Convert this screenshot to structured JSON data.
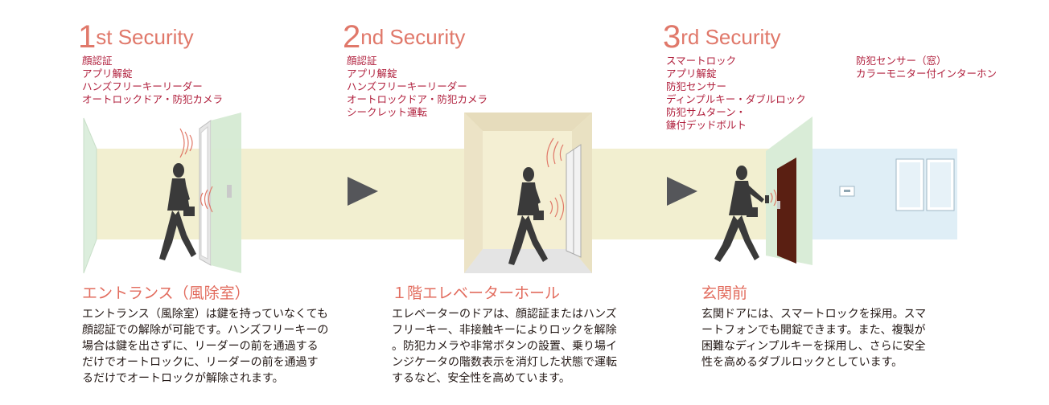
{
  "colors": {
    "title": "#e0786a",
    "feature": "#b01f3c",
    "area_title": "#e26c5e",
    "band": "#f2efd0",
    "glass": "#d9ecd7",
    "room_blue": "#dfeef6",
    "arrow": "#55565a"
  },
  "sections": [
    {
      "num": "1",
      "suffix": "st Security",
      "features": [
        "顔認証",
        "アプリ解錠",
        "ハンズフリーキーリーダー",
        "オートロックドア・防犯カメラ"
      ],
      "area": "エントランス（風除室）",
      "desc": [
        "エントランス（風除室）は鍵を持っていなくても",
        "顔認証での解除が可能です。ハンズフリーキーの",
        "場合は鍵を出さずに、リーダーの前を通過する",
        "だけでオートロックに、リーダーの前を通過す",
        "るだけでオートロックが解除されます。"
      ]
    },
    {
      "num": "2",
      "suffix": "nd Security",
      "features": [
        "顔認証",
        "アプリ解錠",
        "ハンズフリーキーリーダー",
        "オートロックドア・防犯カメラ",
        "シークレット運転"
      ],
      "area": "１階エレベーターホール",
      "desc": [
        "エレベーターのドアは、顔認証またはハンズ",
        "フリーキー、非接触キーによりロックを解除",
        "。防犯カメラや非常ボタンの設置、乗り場イ",
        "ンジケータの階数表示を消灯した状態で運転",
        "するなど、安全性を高めています。"
      ]
    },
    {
      "num": "3",
      "suffix": "rd Security",
      "features": [
        "スマートロック",
        "アプリ解錠",
        "防犯センサー",
        "ディンプルキー・ダブルロック",
        "防犯サムターン・",
        "鎌付デッドボルト"
      ],
      "area": "玄関前",
      "desc": [
        "玄関ドアには、スマートロックを採用。スマ",
        "ートフォンでも開錠できます。また、複製が",
        "困難なディンプルキーを採用し、さらに安全",
        "性を高めるダブルロックとしています。"
      ]
    }
  ],
  "extra_features": [
    "防犯センサー（窓）",
    "カラーモニター付インターホン"
  ]
}
